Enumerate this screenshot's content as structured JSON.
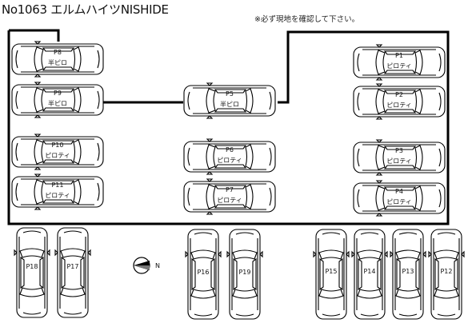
{
  "title": "No1063 エルムハイツNISHIDE",
  "note": "※必ず現地を確認して下さい。",
  "compass_label": "N",
  "spaces": [
    {
      "id": "p8",
      "number": "P8",
      "type": "半ピロ",
      "orientation": "horizontal"
    },
    {
      "id": "p9",
      "number": "P9",
      "type": "半ピロ",
      "orientation": "horizontal"
    },
    {
      "id": "p10",
      "number": "P10",
      "type": "ピロティ",
      "orientation": "horizontal"
    },
    {
      "id": "p11",
      "number": "P11",
      "type": "ピロティ",
      "orientation": "horizontal"
    },
    {
      "id": "p5",
      "number": "P5",
      "type": "半ピロ",
      "orientation": "horizontal"
    },
    {
      "id": "p6",
      "number": "P6",
      "type": "ピロティ",
      "orientation": "horizontal"
    },
    {
      "id": "p7",
      "number": "P7",
      "type": "ピロティ",
      "orientation": "horizontal"
    },
    {
      "id": "p1",
      "number": "P1",
      "type": "ピロティ",
      "orientation": "horizontal"
    },
    {
      "id": "p2",
      "number": "P2",
      "type": "ピロティ",
      "orientation": "horizontal"
    },
    {
      "id": "p3",
      "number": "P3",
      "type": "ピロティ",
      "orientation": "horizontal"
    },
    {
      "id": "p4",
      "number": "P4",
      "type": "ピロティ",
      "orientation": "horizontal"
    },
    {
      "id": "p18",
      "number": "P18",
      "type": "",
      "orientation": "vertical"
    },
    {
      "id": "p17",
      "number": "P17",
      "type": "",
      "orientation": "vertical"
    },
    {
      "id": "p16",
      "number": "P16",
      "type": "",
      "orientation": "vertical"
    },
    {
      "id": "p19",
      "number": "P19",
      "type": "",
      "orientation": "vertical"
    },
    {
      "id": "p15",
      "number": "P15",
      "type": "",
      "orientation": "vertical"
    },
    {
      "id": "p14",
      "number": "P14",
      "type": "",
      "orientation": "vertical"
    },
    {
      "id": "p13",
      "number": "P13",
      "type": "",
      "orientation": "vertical"
    },
    {
      "id": "p12",
      "number": "P12",
      "type": "",
      "orientation": "vertical"
    }
  ]
}
